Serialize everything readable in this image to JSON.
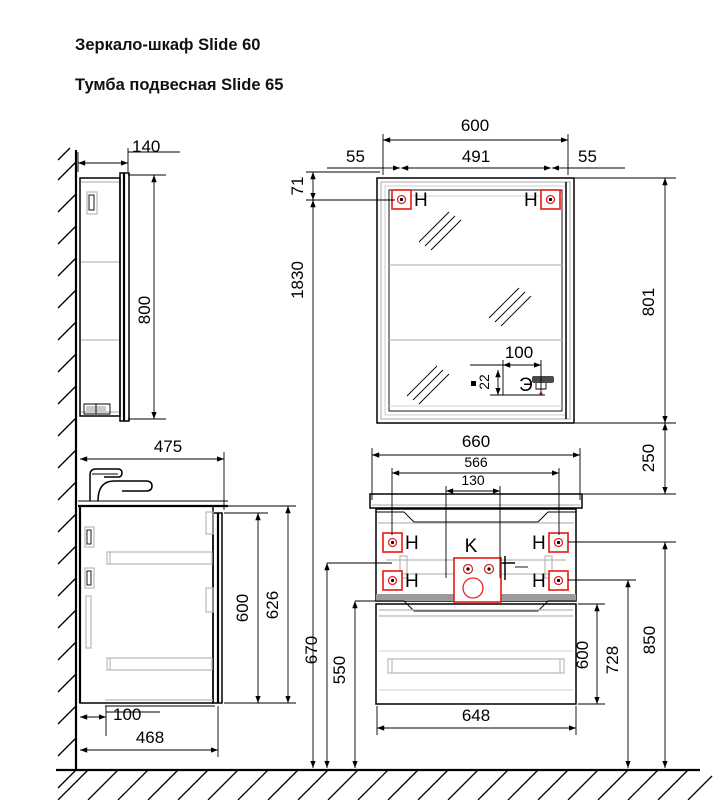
{
  "titles": {
    "line1": "Зеркало-шкаф Slide 60",
    "line2": "Тумба подвесная Slide 65"
  },
  "dimensions": {
    "mirror_side_depth": "140",
    "mirror_side_height": "800",
    "mirror_width_total": "600",
    "mirror_mount_span": "491",
    "mirror_edge_left": "55",
    "mirror_edge_right": "55",
    "mirror_top_offset": "71",
    "mirror_floor_height": "1830",
    "mirror_height": "801",
    "outlet_offset_x": "100",
    "outlet_offset_y": "22",
    "vanity_top_width": "660",
    "gap_mirror_vanity": "250",
    "vanity_mount_span": "566",
    "vanity_center_span": "130",
    "vanity_side_depth": "475",
    "vanity_side_height": "600",
    "vanity_side_height_total": "626",
    "vanity_side_base": "100",
    "vanity_side_base_total": "468",
    "vanity_front_width": "648",
    "mount_upper_height": "670",
    "mount_lower_height": "550",
    "vanity_body_height": "600",
    "vanity_mount_low": "728",
    "vanity_mount_high": "850"
  },
  "markers": {
    "mount_label": "H",
    "plumbing_label": "K",
    "electric_label": "Э"
  },
  "colors": {
    "accent_red": "#e8251f",
    "line_black": "#000000",
    "gray_detail": "#b9b9b9"
  }
}
